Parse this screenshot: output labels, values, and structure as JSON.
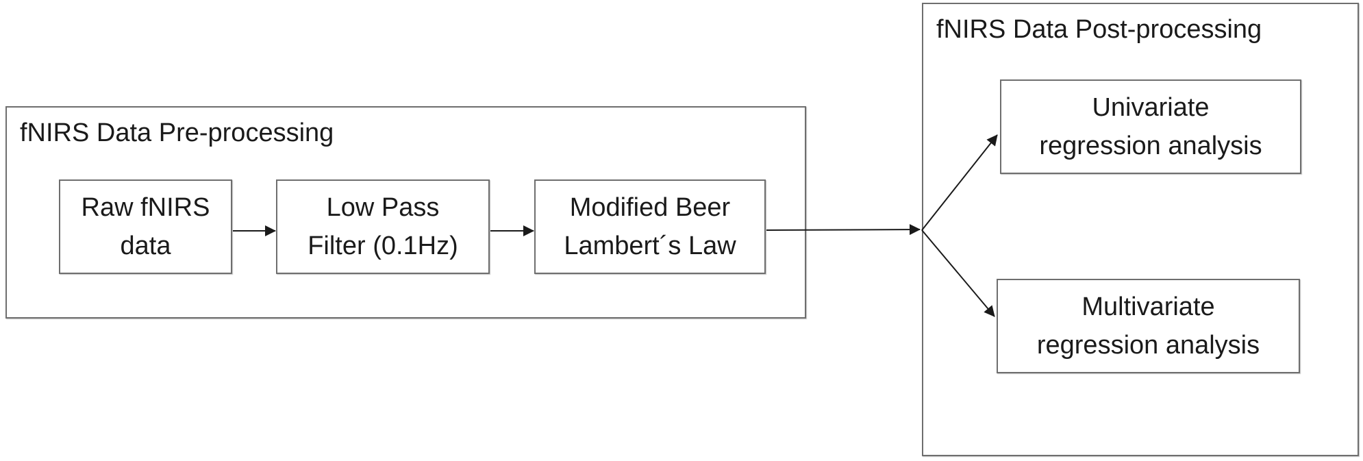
{
  "preprocessing": {
    "title": "fNIRS Data Pre-processing",
    "steps": [
      {
        "line1": "Raw fNIRS",
        "line2": "data"
      },
      {
        "line1": "Low Pass",
        "line2": "Filter (0.1Hz)"
      },
      {
        "line1": "Modified Beer",
        "line2": "Lambert´s Law"
      }
    ]
  },
  "postprocessing": {
    "title": "fNIRS Data Post-processing",
    "analyses": [
      {
        "line1": "Univariate",
        "line2": "regression analysis"
      },
      {
        "line1": "Multivariate",
        "line2": "regression analysis"
      }
    ]
  },
  "colors": {
    "border": "#6e6e6e",
    "arrow": "#1a1a1a",
    "text": "#1a1a1a"
  }
}
